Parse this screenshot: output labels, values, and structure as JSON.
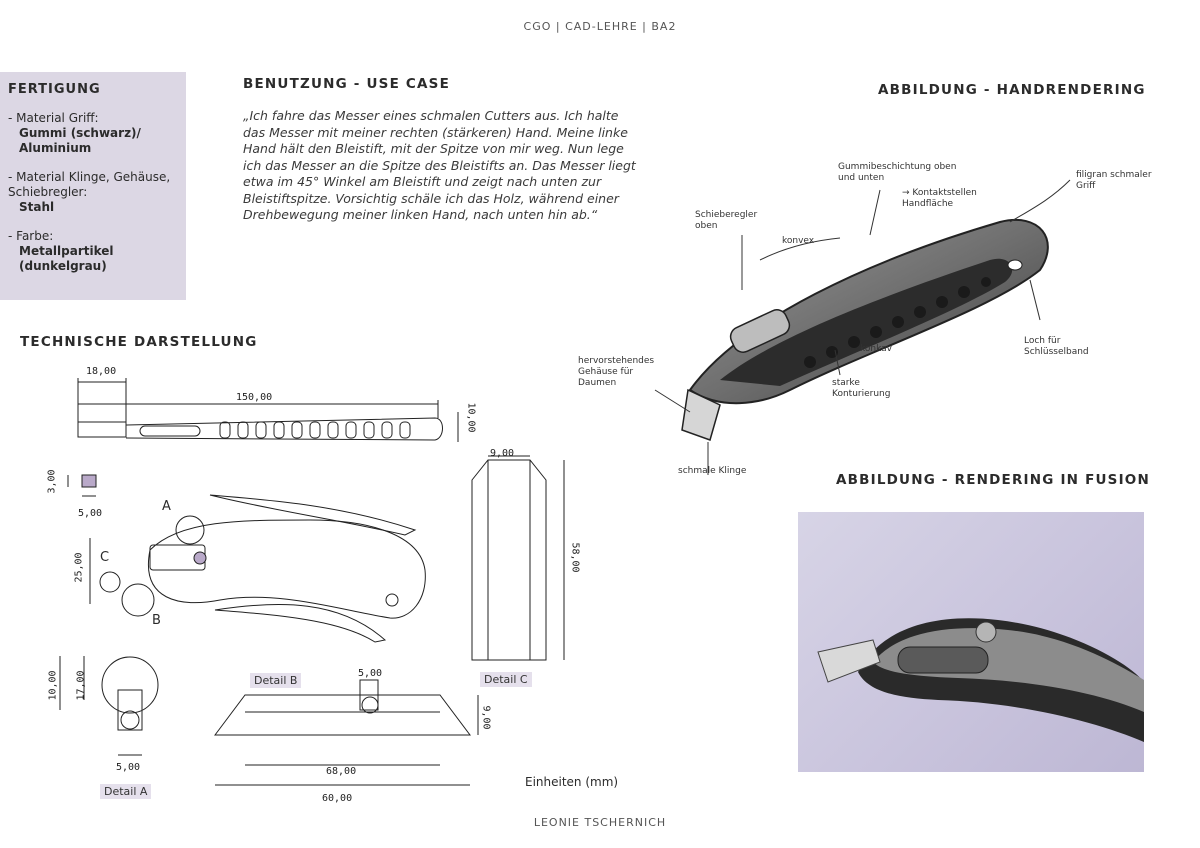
{
  "header": "CGO | CAD-LEHRE | BA2",
  "footer": "LEONIE TSCHERNICH",
  "fertigung": {
    "title": "FERTIGUNG",
    "specs": [
      {
        "label": "- Material Griff:",
        "value": "Gummi (schwarz)/ Aluminium"
      },
      {
        "label": "- Material Klinge, Gehäuse, Schiebregler:",
        "value": "Stahl"
      },
      {
        "label": "- Farbe:",
        "value": "Metallpartikel (dunkelgrau)"
      }
    ]
  },
  "use_case": {
    "title": "BENUTZUNG - USE CASE",
    "text": "„Ich fahre das Messer eines schmalen Cutters aus. Ich halte das Messer mit meiner rechten (stärkeren) Hand. Meine linke Hand hält den Bleistift, mit der Spitze von mir weg. Nun lege ich das Messer an die Spitze des Bleistifts an. Das Messer liegt etwa im 45° Winkel am Bleistift und zeigt nach unten zur Bleistiftspitze. Vorsichtig schäle ich das Holz, während einer Drehbewegung meiner linken Hand, nach unten hin ab.“"
  },
  "hand_rendering": {
    "title": "ABBILDUNG - HANDRENDERING",
    "notes": {
      "gummi": "Gummibeschichtung oben und unten",
      "kontakt": "→ Kontaktstellen Handfläche",
      "filigran": "filigran schmaler Griff",
      "schiebe": "Schieberegler oben",
      "konvex": "konvex",
      "konkav": "konkav",
      "loch": "Loch für Schlüsselband",
      "kontur": "starke Konturierung",
      "gehaeuse": "hervorstehendes Gehäuse für Daumen",
      "klinge": "schmale Klinge"
    }
  },
  "fusion": {
    "title": "ABBILDUNG - RENDERING IN FUSION"
  },
  "technical": {
    "title": "TECHNISCHE DARSTELLUNG",
    "dims": {
      "d18": "18,00",
      "d150": "150,00",
      "d10a": "10,00",
      "d9a": "9,00",
      "d58": "58,00",
      "d3": "3,00",
      "d5a": "5,00",
      "d25": "25,00",
      "d10b": "10,00",
      "d17": "17,00",
      "d5b": "5,00",
      "d5c": "5,00",
      "d9b": "9,00",
      "d68": "68,00",
      "d60": "60,00"
    },
    "letters": {
      "a": "A",
      "b": "B",
      "c": "C"
    },
    "detail_a": "Detail A",
    "detail_b": "Detail B",
    "detail_c": "Detail C",
    "units": "Einheiten (mm)"
  },
  "colors": {
    "accent_purple": "#dcd7e4",
    "marker_purple": "#b9a9c9"
  }
}
